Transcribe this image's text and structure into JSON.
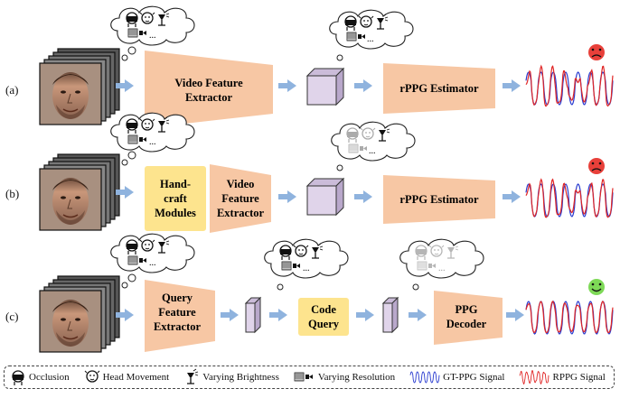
{
  "rows": [
    {
      "label": "(a)",
      "modules": {
        "extractor": "Video Feature Extractor",
        "estimator": "rPPG Estimator"
      },
      "outcome": "sad"
    },
    {
      "label": "(b)",
      "modules": {
        "handcraft": "Hand-craft Modules",
        "extractor": "Video Feature Extractor",
        "estimator": "rPPG Estimator"
      },
      "outcome": "sad"
    },
    {
      "label": "(c)",
      "modules": {
        "extractor": "Query Feature Extractor",
        "code_query": "Code Query",
        "decoder": "PPG Decoder"
      },
      "outcome": "happy"
    }
  ],
  "text": {
    "a_label": "(a)",
    "b_label": "(b)",
    "c_label": "(c)",
    "a_extractor_l1": "Video Feature",
    "a_extractor_l2": "Extractor",
    "a_estimator": "rPPG Estimator",
    "b_handcraft_l1": "Hand-",
    "b_handcraft_l2": "craft",
    "b_handcraft_l3": "Modules",
    "b_extractor_l1": "Video",
    "b_extractor_l2": "Feature",
    "b_extractor_l3": "Extractor",
    "b_estimator": "rPPG Estimator",
    "c_extractor_l1": "Query",
    "c_extractor_l2": "Feature",
    "c_extractor_l3": "Extractor",
    "c_codequery_l1": "Code",
    "c_codequery_l2": "Query",
    "c_decoder_l1": "PPG",
    "c_decoder_l2": "Decoder",
    "ellipsis": "..."
  },
  "legend": {
    "occlusion": "Occlusion",
    "head_movement": "Head Movement",
    "varying_brightness": "Varying Brightness",
    "varying_resolution": "Varying Resolution",
    "gt_signal": "GT-PPG Signal",
    "rppg_signal": "RPPG Signal"
  },
  "colors": {
    "module_peach": "#f7c7a4",
    "module_yellow": "#fde48e",
    "cube_face": "#e0d4ea",
    "arrow_blue": "#8fb3de",
    "gt_signal": "#2a3cd0",
    "rppg_signal": "#e02525",
    "sad_face": "#e8403a",
    "happy_face": "#7ed957"
  }
}
